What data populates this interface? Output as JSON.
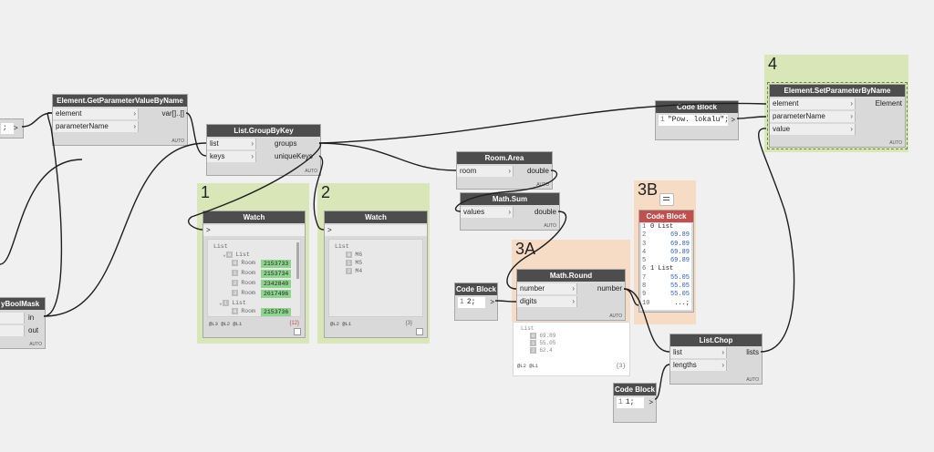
{
  "colors": {
    "canvas": "#f0f0f0",
    "group_green": "#d9e6b8",
    "group_orange": "#f6dcc4",
    "node_header": "#4d4d4d",
    "node_header_red": "#c0504d",
    "node_body": "#d9d9d9",
    "wire": "#1f1f1f",
    "value_green": "#8dd58c",
    "code_number_blue": "#2a5fbf"
  },
  "groups": {
    "g1": {
      "label": "1"
    },
    "g2": {
      "label": "2"
    },
    "g3a": {
      "label": "3A"
    },
    "g3b": {
      "label": "3B"
    },
    "g4": {
      "label": "4"
    }
  },
  "nodes": {
    "cut_left_top": {
      "code": ";",
      "out": ">"
    },
    "get_param": {
      "title": "Element.GetParameterValueByName",
      "in1": "element",
      "in2": "parameterName",
      "out": "var[]..[]",
      "lacing": "AUTO"
    },
    "group_by_key": {
      "title": "List.GroupByKey",
      "in1": "list",
      "in2": "keys",
      "out1": "groups",
      "out2": "uniqueKeys",
      "lacing": "AUTO"
    },
    "by_bool_mask": {
      "title": "yBoolMask",
      "in1": "in",
      "in2": "out",
      "lacing": "AUTO"
    },
    "watch1": {
      "title": "Watch",
      "port": ">",
      "root": "List",
      "sub": "List",
      "sub_idx": "0",
      "items": [
        {
          "idx": "0",
          "label": "Room",
          "value": "2153733"
        },
        {
          "idx": "1",
          "label": "Room",
          "value": "2153734"
        },
        {
          "idx": "2",
          "label": "Room",
          "value": "2342840"
        },
        {
          "idx": "3",
          "label": "Room",
          "value": "2617496"
        }
      ],
      "sub2": "List",
      "sub2_idx": "1",
      "item2": {
        "idx": "0",
        "label": "Room",
        "value": "2153736"
      },
      "levels": "@L3 @L2 @L1",
      "count": "{12}"
    },
    "watch2": {
      "title": "Watch",
      "port": ">",
      "root": "List",
      "items": [
        {
          "idx": "0",
          "value": "M6"
        },
        {
          "idx": "1",
          "value": "M5"
        },
        {
          "idx": "2",
          "value": "M4"
        }
      ],
      "levels": "@L2 @L1",
      "count": "{3}"
    },
    "room_area": {
      "title": "Room.Area",
      "in1": "room",
      "out": "double",
      "lacing": "AUTO"
    },
    "math_sum": {
      "title": "Math.Sum",
      "in1": "values",
      "out": "double",
      "lacing": "AUTO"
    },
    "code_pow": {
      "title": "Code Block",
      "line_no": "1",
      "code": "\"Pow. lokalu\";",
      "out": ">"
    },
    "set_param": {
      "title": "Element.SetParameterByName",
      "in1": "element",
      "in2": "parameterName",
      "in3": "value",
      "out": "Element",
      "lacing": "AUTO"
    },
    "code_12": {
      "title": "Code Block",
      "line_no": "1",
      "code": "2;",
      "out": ">"
    },
    "math_round": {
      "title": "Math.Round",
      "in1": "number",
      "in2": "digits",
      "out": "number",
      "lacing": "AUTO",
      "preview_root": "List",
      "preview_items": [
        {
          "idx": "0",
          "value": "69.89"
        },
        {
          "idx": "1",
          "value": "55.05"
        },
        {
          "idx": "2",
          "value": "62.4"
        }
      ],
      "preview_levels": "@L2 @L1",
      "preview_count": "{3}"
    },
    "code_3b": {
      "title": "Code Block",
      "lines": [
        {
          "n": "1",
          "t": "0 List"
        },
        {
          "n": "2",
          "t": "69.89"
        },
        {
          "n": "3",
          "t": "69.89"
        },
        {
          "n": "4",
          "t": "69.89"
        },
        {
          "n": "5",
          "t": "69.89"
        },
        {
          "n": "6",
          "t": "1 List"
        },
        {
          "n": "7",
          "t": "55.05"
        },
        {
          "n": "8",
          "t": "55.05"
        },
        {
          "n": "9",
          "t": "55.05"
        },
        {
          "n": "10",
          "t": "...;"
        }
      ]
    },
    "list_chop": {
      "title": "List.Chop",
      "in1": "list",
      "in2": "lengths",
      "out": "lists",
      "lacing": "AUTO"
    },
    "code_11": {
      "title": "Code Block",
      "line_no": "1",
      "code": "1;",
      "out": ">"
    }
  }
}
